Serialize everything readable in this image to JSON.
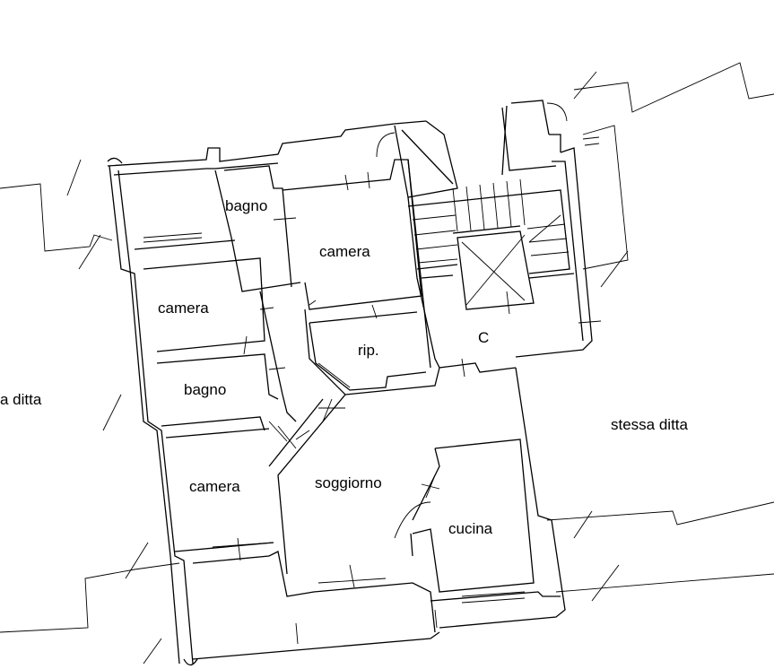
{
  "rooms": {
    "bagno_top": "bagno",
    "camera_top_right": "camera",
    "camera_left_top": "camera",
    "rip": "rip.",
    "bagno_mid": "bagno",
    "stair_label": "C",
    "camera_bottom": "camera",
    "soggiorno": "soggiorno",
    "cucina": "cucina"
  },
  "neighbors": {
    "left": "a ditta",
    "right": "stessa ditta"
  }
}
